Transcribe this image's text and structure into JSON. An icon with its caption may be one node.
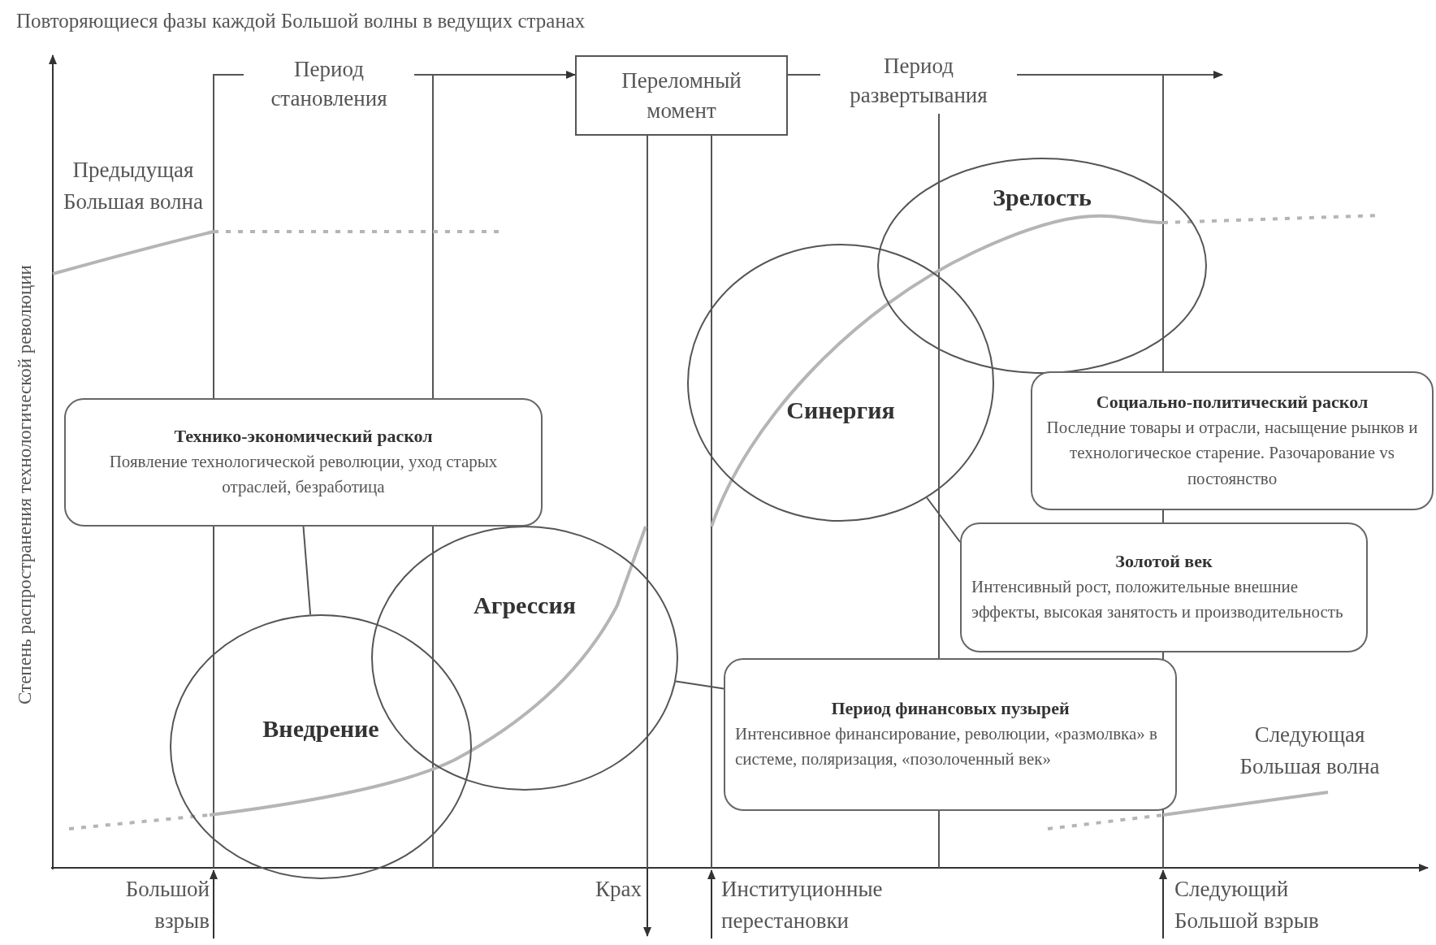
{
  "diagram": {
    "title": "Повторяющиеся фазы каждой Большой волны в ведущих странах",
    "nodes": [
      {
        "text": [
          "Период становления"
        ]
      },
      {
        "text": [
          "Переломный момент"
        ]
      },
      {
        "text": [
          "Период развертывания"
        ]
      },
      {
        "text": [
          "Технико-экономический раскол",
          "Появление технологической революции, уход старых отраслей, безработица"
        ]
      },
      {
        "text": [
          "Зрелость"
        ]
      },
      {
        "text": [
          "Синергия"
        ]
      },
      {
        "text": [
          "Социально-политический раскол",
          "Последние товары и отрасли, насыщение рынков и технологическое старение. Разочарование vs постоянство"
        ]
      },
      {
        "text": [
          "Золотой век",
          "Интенсивный рост, положительные внешние эффекты, высокая занятость и производительность"
        ]
      },
      {
        "text": [
          "Агрессия"
        ]
      },
      {
        "text": [
          "Период финансовых пузырей",
          "Интенсивное финансирование, революции, «размолвка» в системе, поляризация, «позолоченный век»"
        ]
      },
      {
        "text": [
          "Внедрение"
        ]
      }
    ],
    "edges": [
      {
        "from": 0,
        "to": 1,
        "arrow": "to"
      },
      {
        "from": 1,
        "to": 2,
        "arrow": "none"
      },
      {
        "from": 2,
        "to": null,
        "arrow": "to"
      },
      {
        "from": 3,
        "to": 10,
        "arrow": "none"
      },
      {
        "from": 7,
        "to": 5,
        "arrow": "none"
      },
      {
        "from": 9,
        "to": 8,
        "arrow": "none"
      }
    ],
    "labels": [
      "Степень распространения технологической революции",
      "Предыдущая Большая волна",
      "Следующая Большая волна",
      "Большой взрыв",
      "Крах",
      "Институционные перестановки",
      "Следующий Большой взрыв"
    ]
  }
}
